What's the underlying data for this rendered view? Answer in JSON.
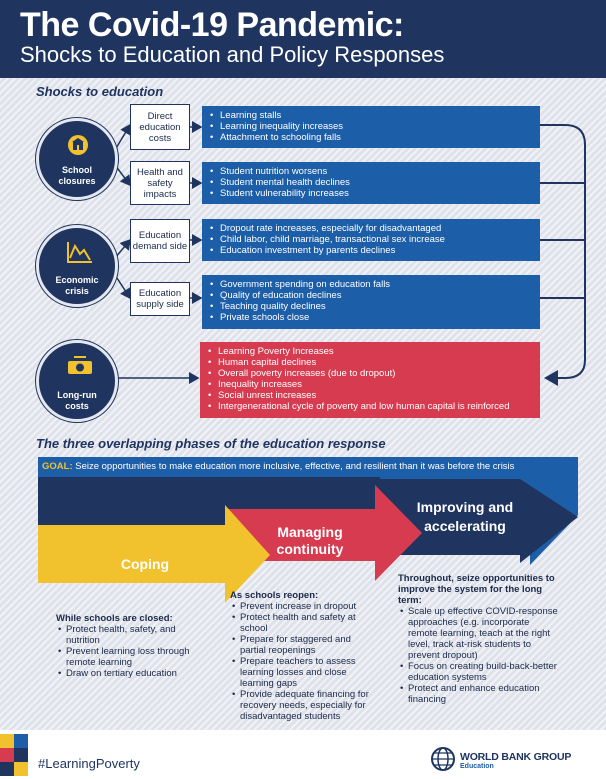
{
  "header": {
    "title": "The Covid-19 Pandemic:",
    "subtitle": "Shocks to Education and Policy Responses"
  },
  "shocks": {
    "heading": "Shocks to education",
    "causes": [
      {
        "label": "School closures",
        "icon": "school-icon"
      },
      {
        "label": "Economic crisis",
        "icon": "chart-decline-icon"
      },
      {
        "label": "Long-run costs",
        "icon": "money-icon"
      }
    ],
    "channels": [
      {
        "label": "Direct education costs",
        "effects": [
          "Learning stalls",
          "Learning inequality increases",
          "Attachment to schooling falls"
        ]
      },
      {
        "label": "Health and safety impacts",
        "effects": [
          "Student nutrition worsens",
          "Student mental health declines",
          "Student vulnerability increases"
        ]
      },
      {
        "label": "Education demand side",
        "effects": [
          "Dropout rate increases, especially for disadvantaged",
          "Child labor, child marriage, transactional sex increase",
          "Education investment by parents declines"
        ]
      },
      {
        "label": "Education supply side",
        "effects": [
          "Government spending on education falls",
          "Quality of education declines",
          "Teaching quality declines",
          "Private schools close"
        ]
      }
    ],
    "long_run_effects": [
      "Learning Poverty Increases",
      "Human capital declines",
      "Overall poverty increases (due to dropout)",
      "Inequality increases",
      "Social unrest increases",
      "Intergenerational cycle of poverty and low human capital is reinforced"
    ]
  },
  "phases": {
    "heading": "The three overlapping phases of the education response",
    "goal_key": "GOAL:",
    "goal_text": "Seize opportunities to make education more inclusive, effective, and resilient than it was before the crisis",
    "coping": {
      "title": "Coping",
      "head": "While schools are closed:",
      "items": [
        "Protect health, safety, and nutrition",
        "Prevent learning loss through remote learning",
        "Draw on tertiary education"
      ]
    },
    "continuity": {
      "title_line1": "Managing",
      "title_line2": "continuity",
      "head": "As schools reopen:",
      "items": [
        "Prevent increase in dropout",
        "Protect health and safety at school",
        "Prepare for staggered and partial reopenings",
        "Prepare teachers to assess learning losses and close learning gaps",
        "Provide adequate financing for recovery needs, especially for disadvantaged students"
      ]
    },
    "improving": {
      "title_line1": "Improving and",
      "title_line2": "accelerating",
      "head": "Throughout, seize opportunities to improve the system for the long term:",
      "items": [
        "Scale up effective COVID-response approaches (e.g. incorporate remote learning, teach at the right level, track at-risk students to prevent dropout)",
        "Focus on creating build-back-better education systems",
        "Protect and enhance education financing"
      ]
    }
  },
  "footer": {
    "hashtag": "#LearningPoverty",
    "org_name": "WORLD BANK GROUP",
    "org_sub": "Education"
  },
  "colors": {
    "navy": "#1f3560",
    "blue": "#1c5ea8",
    "red": "#d63b50",
    "yellow": "#f2c12e"
  }
}
